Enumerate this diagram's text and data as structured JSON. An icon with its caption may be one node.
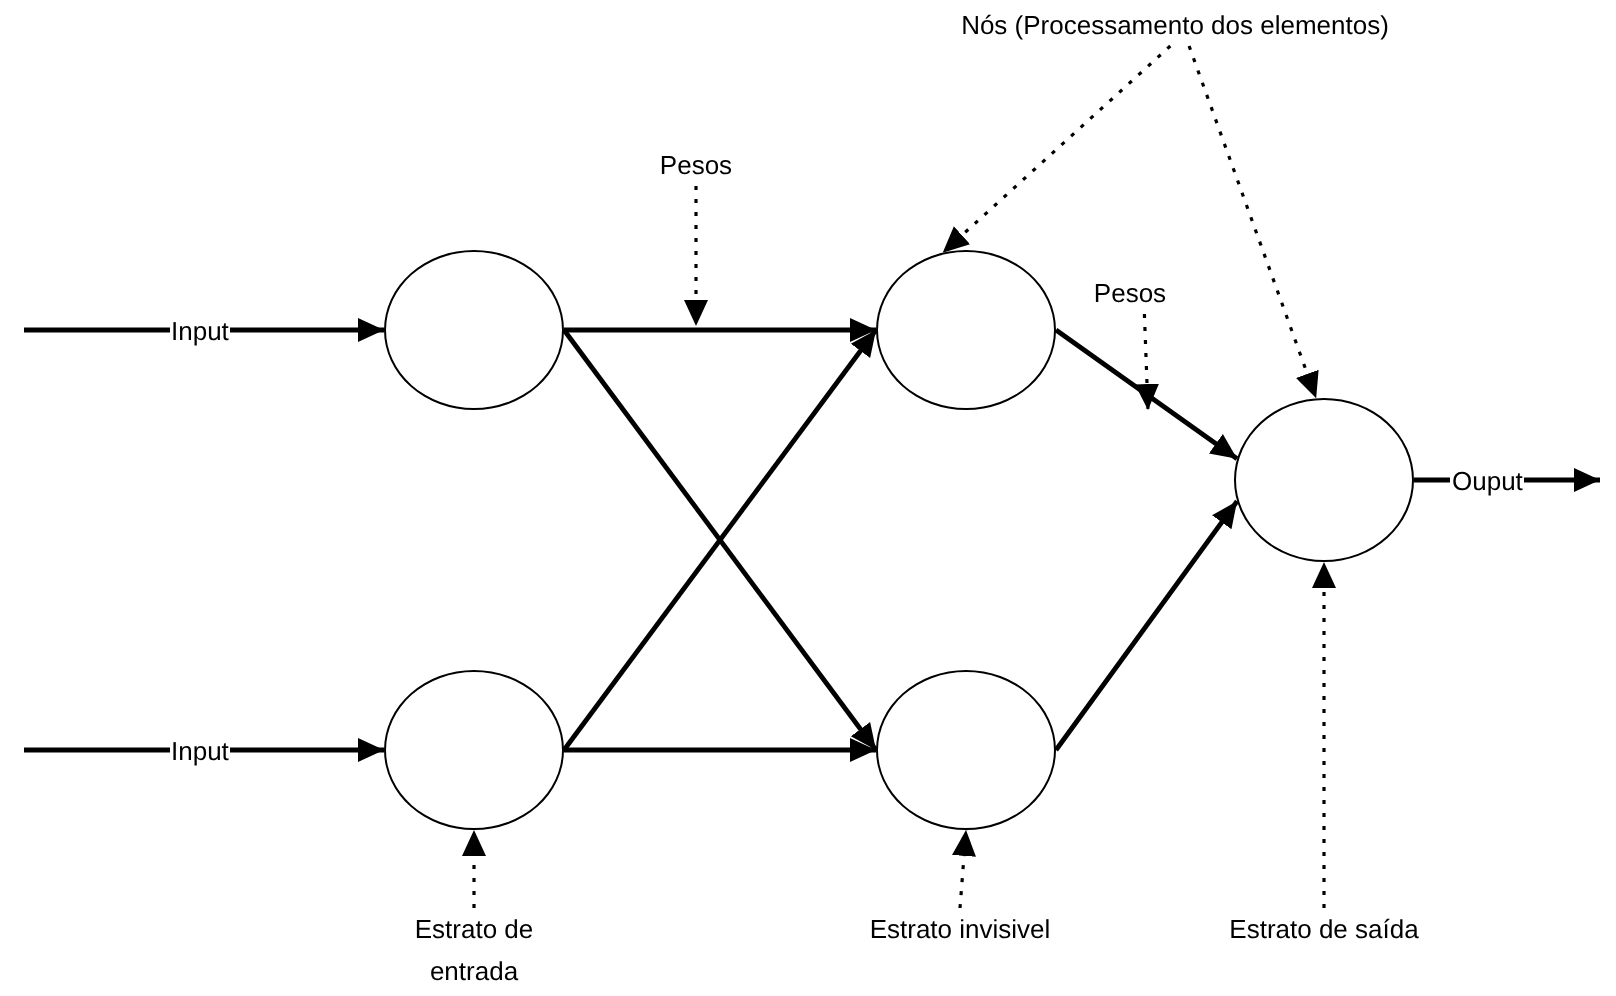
{
  "diagram": {
    "nodes": [
      {
        "text": [],
        "shape": "circle"
      },
      {
        "text": [],
        "shape": "circle"
      },
      {
        "text": [],
        "shape": "circle"
      },
      {
        "text": [],
        "shape": "circle"
      },
      {
        "text": [],
        "shape": "circle"
      },
      {
        "text": [
          "Pesos"
        ]
      },
      {
        "text": [
          "Nós (Processamento dos elementos)"
        ]
      },
      {
        "text": [
          "Pesos"
        ]
      },
      {
        "text": [
          "Estrato de entrada"
        ]
      },
      {
        "text": [
          "Estrato invisivel"
        ]
      },
      {
        "text": [
          "Estrato de saída"
        ]
      }
    ],
    "edges": [
      {
        "from": null,
        "to": 0,
        "arrow": "to",
        "label": "Input"
      },
      {
        "from": null,
        "to": 1,
        "arrow": "to",
        "label": "Input"
      },
      {
        "from": 0,
        "to": 2,
        "arrow": "to"
      },
      {
        "from": 0,
        "to": 3,
        "arrow": "to"
      },
      {
        "from": 1,
        "to": 2,
        "arrow": "to"
      },
      {
        "from": 1,
        "to": 3,
        "arrow": "to"
      },
      {
        "from": 2,
        "to": 4,
        "arrow": "to"
      },
      {
        "from": 3,
        "to": 4,
        "arrow": "to"
      },
      {
        "from": 4,
        "to": null,
        "arrow": "to",
        "label": "Ouput"
      },
      {
        "from": 5,
        "to": null,
        "arrow": "to",
        "style": "dashed"
      },
      {
        "from": 6,
        "to": 2,
        "arrow": "to",
        "style": "dashed"
      },
      {
        "from": 6,
        "to": 4,
        "arrow": "to",
        "style": "dashed"
      },
      {
        "from": 7,
        "to": null,
        "arrow": "to",
        "style": "dashed"
      },
      {
        "from": 8,
        "to": 1,
        "arrow": "to",
        "style": "dashed"
      },
      {
        "from": 9,
        "to": 3,
        "arrow": "to",
        "style": "dashed"
      },
      {
        "from": 10,
        "to": 4,
        "arrow": "to",
        "style": "dashed"
      }
    ]
  }
}
